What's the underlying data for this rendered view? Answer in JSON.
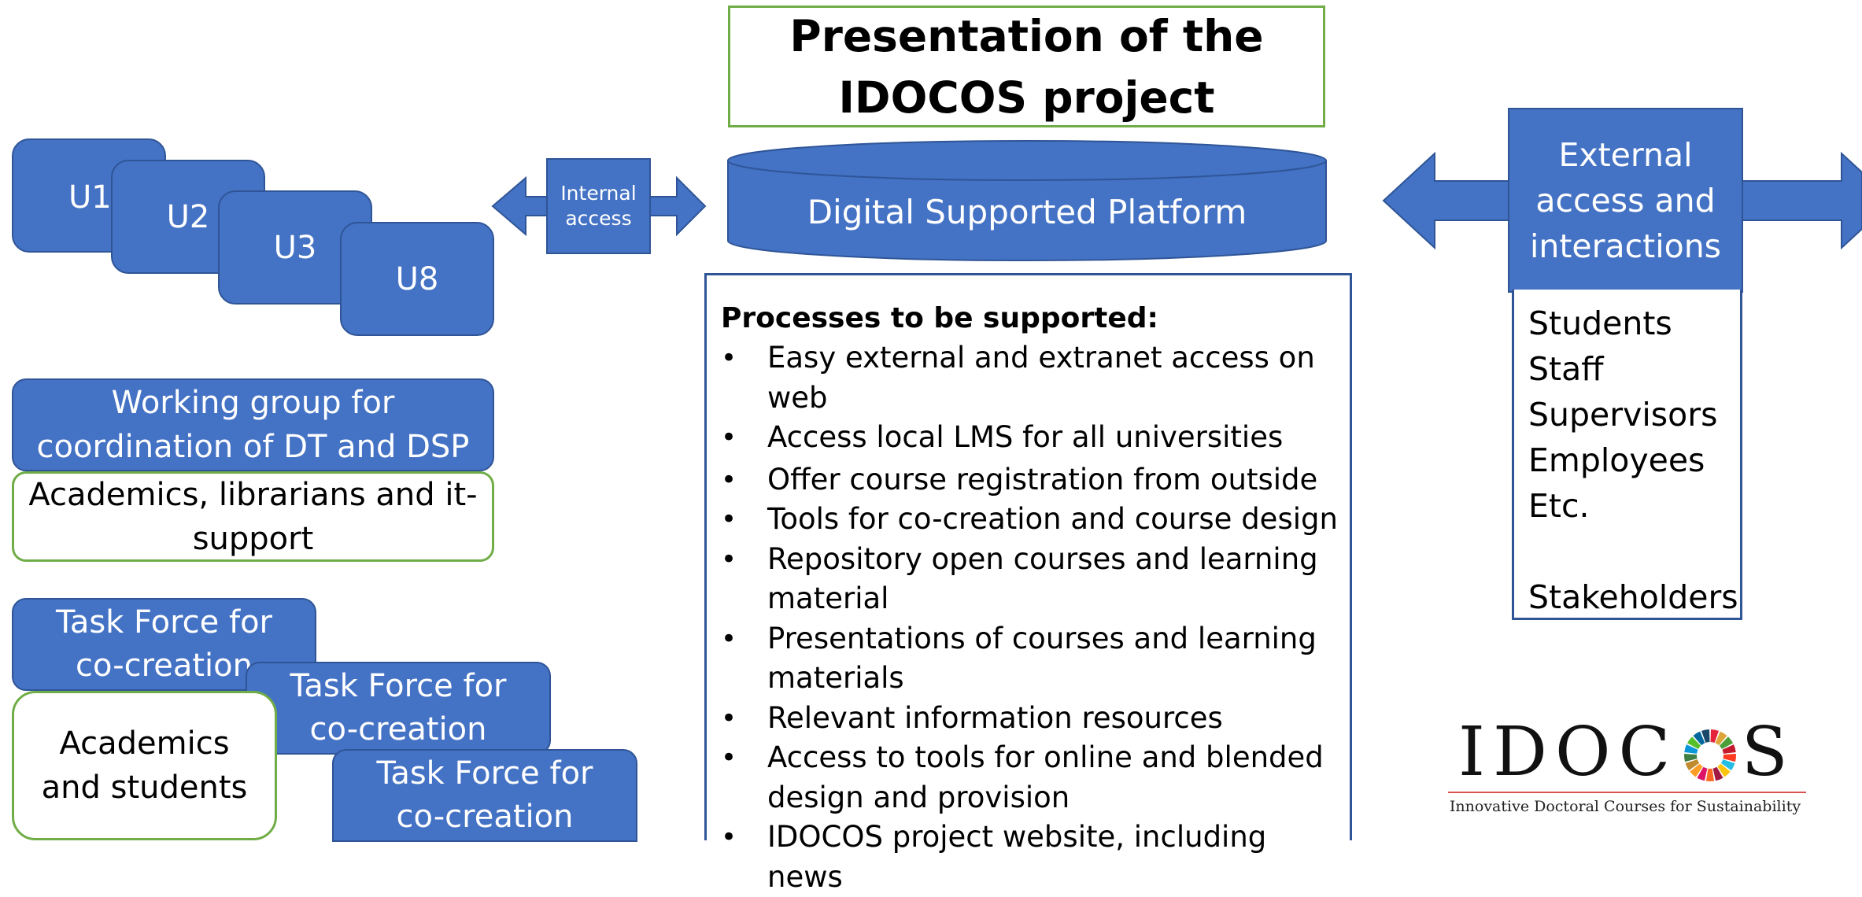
{
  "title": {
    "line1": "Presentation of the",
    "line2": "IDOCOS project"
  },
  "platform": {
    "label": "Digital Supported Platform"
  },
  "internal_access": {
    "line1": "Internal",
    "line2": "access"
  },
  "universities": [
    "U1",
    "U2",
    "U3",
    "U8"
  ],
  "working_group": {
    "title_line1": "Working group for",
    "title_line2": "coordination of DT and DSP",
    "members_line1": "Academics, librarians and it-",
    "members_line2": "support"
  },
  "task_forces": {
    "line1": "Task Force for",
    "line2": "co-creation",
    "members_line1": "Academics",
    "members_line2": "and students"
  },
  "processes": {
    "heading": "Processes to be supported:",
    "items": [
      {
        "line1": "Easy external and extranet access on web"
      },
      {
        "line1": "Access local LMS for all universities"
      },
      {
        "line1": "Offer course registration from outside"
      },
      {
        "line1": "Tools for co-creation and course design"
      },
      {
        "line1": "Repository open courses and learning",
        "line2": "material"
      },
      {
        "line1": "Presentations of courses and learning",
        "line2": "materials"
      },
      {
        "line1": "Relevant information resources"
      },
      {
        "line1": "Access to tools for online and blended",
        "line2": "design and provision"
      },
      {
        "line1": "IDOCOS project website, including news"
      }
    ]
  },
  "external": {
    "line1": "External",
    "line2": "access and",
    "line3": "interactions",
    "audiences": [
      "Students",
      "Staff",
      "Supervisors",
      "Employees",
      "Etc.",
      "",
      "Stakeholders"
    ]
  },
  "logo": {
    "word": "IDOCOS",
    "tagline": "Innovative Doctoral Courses for Sustainability",
    "wheel_colors": [
      "#e5243b",
      "#dda63a",
      "#4c9f38",
      "#c5192d",
      "#ff3a21",
      "#26bde2",
      "#fcc30b",
      "#a21942",
      "#fd6925",
      "#dd1367",
      "#fd9d24",
      "#bf8b2e",
      "#3f7e44",
      "#0a97d9",
      "#56c02b",
      "#00689d",
      "#19486a"
    ]
  },
  "colors": {
    "blue": "#4472c4",
    "blue_border": "#2f5597",
    "green_border": "#70ad47"
  }
}
